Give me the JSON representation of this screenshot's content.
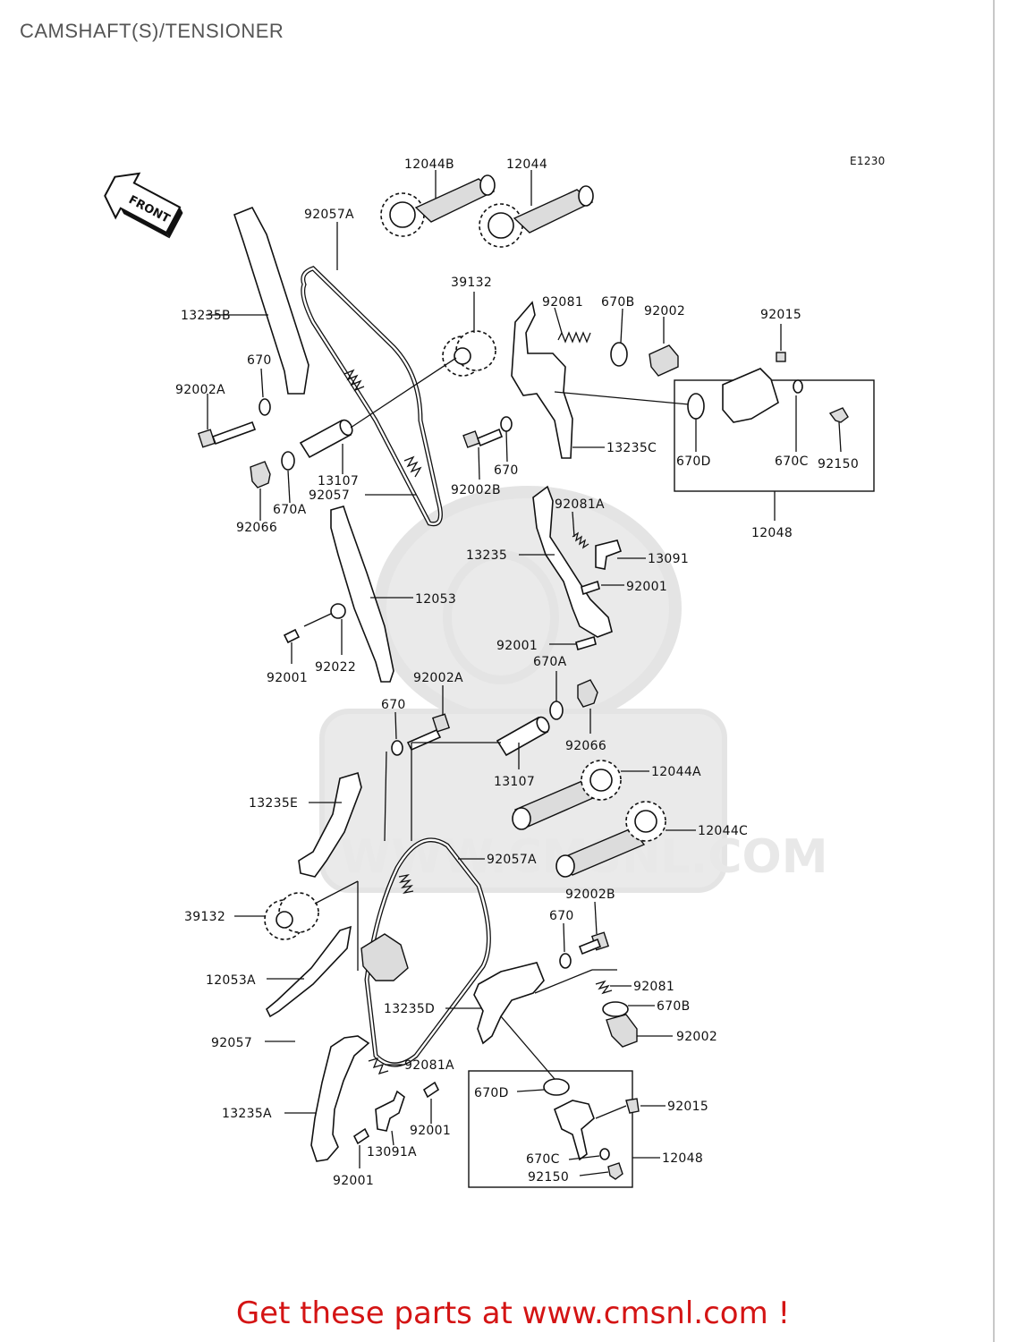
{
  "page": {
    "title": "CAMSHAFT(S)/TENSIONER"
  },
  "diagram": {
    "code": "E1230",
    "front_label": "FRONT",
    "watermark": "WWW.CMSNL.COM",
    "labels": {
      "p12044B": "12044B",
      "p12044": "12044",
      "p92057A_top": "92057A",
      "p39132_top": "39132",
      "p92081": "92081",
      "p670B_top": "670B",
      "p92002_top": "92002",
      "p92015_top": "92015",
      "p13235B": "13235B",
      "p670_left": "670",
      "p92002A_left": "92002A",
      "p13107_top": "13107",
      "p92057_top": "92057",
      "p670A_left": "670A",
      "p92066_left": "92066",
      "p92002B_top": "92002B",
      "p670_mid": "670",
      "p13235C": "13235C",
      "p670D_top": "670D",
      "p670C_top": "670C",
      "p92150_top": "92150",
      "p12048_top": "12048",
      "p92081A_top": "92081A",
      "p13235": "13235",
      "p13091": "13091",
      "p92001_a": "92001",
      "p12053": "12053",
      "p92001_b": "92001",
      "p92022": "92022",
      "p92001_c": "92001",
      "p670A_right": "670A",
      "p92002A_mid": "92002A",
      "p670_mid2": "670",
      "p92066_right": "92066",
      "p13107_bot": "13107",
      "p12044A": "12044A",
      "p13235E": "13235E",
      "p12044C": "12044C",
      "p92057A_bot": "92057A",
      "p39132_bot": "39132",
      "p92002B_bot": "92002B",
      "p670_bot": "670",
      "p12053A": "12053A",
      "p92081_bot": "92081",
      "p670B_bot": "670B",
      "p13235D": "13235D",
      "p92002_bot": "92002",
      "p92057_bot": "92057",
      "p92081A_bot": "92081A",
      "p670D_bot": "670D",
      "p92015_bot": "92015",
      "p13235A": "13235A",
      "p92001_d": "92001",
      "p13091A": "13091A",
      "p670C_bot": "670C",
      "p12048_bot": "12048",
      "p92150_bot": "92150",
      "p92001_e": "92001"
    }
  },
  "footer": {
    "promo": "Get these parts at www.cmsnl.com !"
  }
}
